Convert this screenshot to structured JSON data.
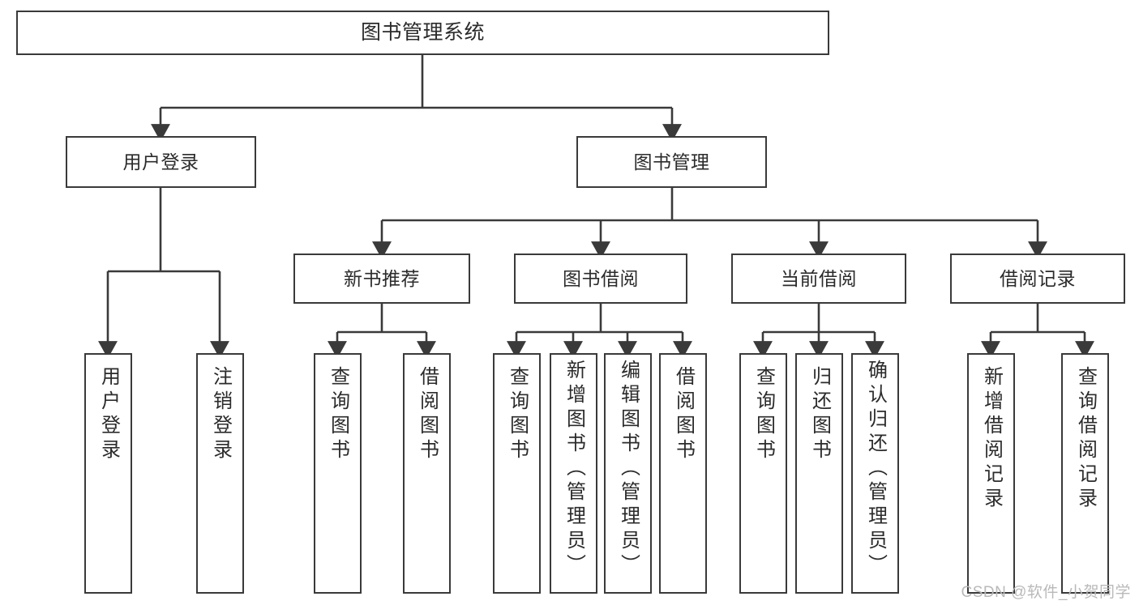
{
  "diagram": {
    "title": "图书管理系统",
    "style": {
      "box_border": "#3a3a3a",
      "box_fill": "#ffffff",
      "line": "#3a3a3a",
      "text": "#2b2b2b",
      "background": "#ffffff"
    },
    "root": {
      "label": "图书管理系统"
    },
    "level2": [
      {
        "label": "用户登录"
      },
      {
        "label": "图书管理"
      }
    ],
    "level3": [
      {
        "label": "新书推荐"
      },
      {
        "label": "图书借阅"
      },
      {
        "label": "当前借阅"
      },
      {
        "label": "借阅记录"
      }
    ],
    "leaves": {
      "user_login": [
        {
          "label": "用户登录"
        },
        {
          "label": "注销登录"
        }
      ],
      "new_book_recommend": [
        {
          "label": "查询图书"
        },
        {
          "label": "借阅图书"
        }
      ],
      "book_borrow": [
        {
          "label": "查询图书"
        },
        {
          "label": "新增图书（管理员）"
        },
        {
          "label": "编辑图书（管理员）"
        },
        {
          "label": "借阅图书"
        }
      ],
      "current_borrow": [
        {
          "label": "查询图书"
        },
        {
          "label": "归还图书"
        },
        {
          "label": "确认归还（管理员）"
        }
      ],
      "borrow_record": [
        {
          "label": "新增借阅记录"
        },
        {
          "label": "查询借阅记录"
        }
      ]
    }
  },
  "watermark": "CSDN @软件_小贺同学"
}
